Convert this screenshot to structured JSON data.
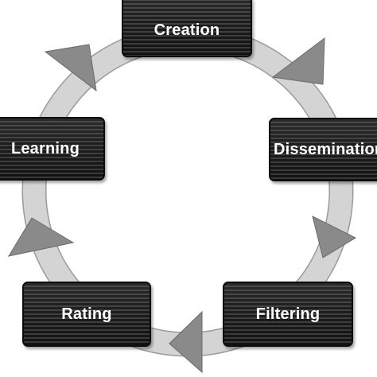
{
  "diagram": {
    "stages": [
      {
        "id": "creation",
        "label": "Creation"
      },
      {
        "id": "dissemination",
        "label": "Dissemination"
      },
      {
        "id": "filtering",
        "label": "Filtering"
      },
      {
        "id": "rating",
        "label": "Rating"
      },
      {
        "id": "learning",
        "label": "Learning"
      }
    ],
    "flow_direction": "clockwise",
    "colors": {
      "ring_fill": "#d4d4d4",
      "ring_edge": "#9a9a9a",
      "arrow_fill": "#8a8a8a",
      "arrow_edge": "#6a6a6a",
      "box_fill": "#1a1a1a",
      "label_text": "#ffffff"
    }
  }
}
